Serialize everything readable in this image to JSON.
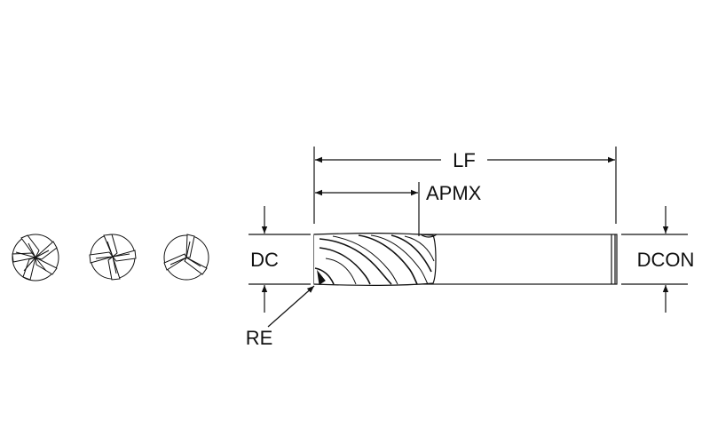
{
  "diagram": {
    "labels": {
      "lf": "LF",
      "apmx": "APMX",
      "dc": "DC",
      "dcon": "DCON",
      "re": "RE"
    },
    "end_views": [
      {
        "flutes": 5
      },
      {
        "flutes": 4
      },
      {
        "flutes": 3
      }
    ],
    "colors": {
      "line": "#111111",
      "background": "#ffffff"
    }
  }
}
